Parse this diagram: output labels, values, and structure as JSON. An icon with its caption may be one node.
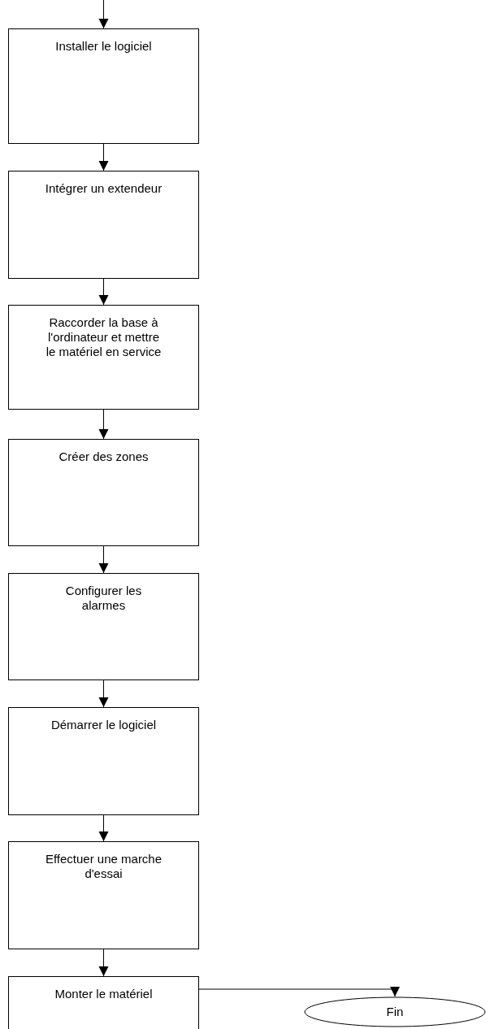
{
  "diagram": {
    "nodes": [
      {
        "text": [
          "Installer le logiciel"
        ]
      },
      {
        "text": [
          "Intégrer un extendeur"
        ]
      },
      {
        "text": [
          "Raccorder la base à l'ordinateur et mettre le matériel en service"
        ]
      },
      {
        "text": [
          "Créer des zones"
        ]
      },
      {
        "text": [
          "Configurer les alarmes"
        ]
      },
      {
        "text": [
          "Démarrer le logiciel"
        ]
      },
      {
        "text": [
          "Effectuer une marche d'essai"
        ]
      },
      {
        "text": [
          "Monter le matériel"
        ]
      },
      {
        "text": [
          "Fin"
        ]
      }
    ],
    "edges": [
      {
        "from": null,
        "to": 0,
        "arrow": "to"
      },
      {
        "from": 0,
        "to": 1,
        "arrow": "to"
      },
      {
        "from": 1,
        "to": 2,
        "arrow": "to"
      },
      {
        "from": 2,
        "to": 3,
        "arrow": "to"
      },
      {
        "from": 3,
        "to": 4,
        "arrow": "to"
      },
      {
        "from": 4,
        "to": 5,
        "arrow": "to"
      },
      {
        "from": 5,
        "to": 6,
        "arrow": "to"
      },
      {
        "from": 6,
        "to": 7,
        "arrow": "to"
      },
      {
        "from": 7,
        "to": 8,
        "arrow": "to"
      }
    ]
  }
}
